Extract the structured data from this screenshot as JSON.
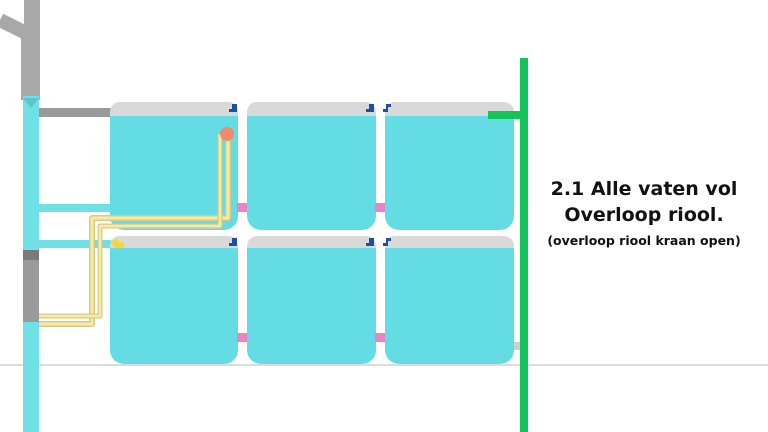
{
  "title_line1": "2.1 Alle vaten vol",
  "title_line2": "Overloop riool.",
  "subtitle": "(overloop riool kraan open)",
  "colors": {
    "water": "#63dde3",
    "barrel_lid": "#d9d9d9",
    "pipe_cyan": "#6fe0e6",
    "pipe_gray": "#9a9a9a",
    "overflow_pipe": "#12c45a",
    "connector": "#ee82c6",
    "hose": "#f0e39a",
    "valve": "#f08a6c",
    "fitting": "#1f4fa0",
    "ground": "#d0d0d0"
  },
  "state": {
    "barrels_full": 6,
    "barrels_total": 6,
    "overflow_valve": "open"
  }
}
